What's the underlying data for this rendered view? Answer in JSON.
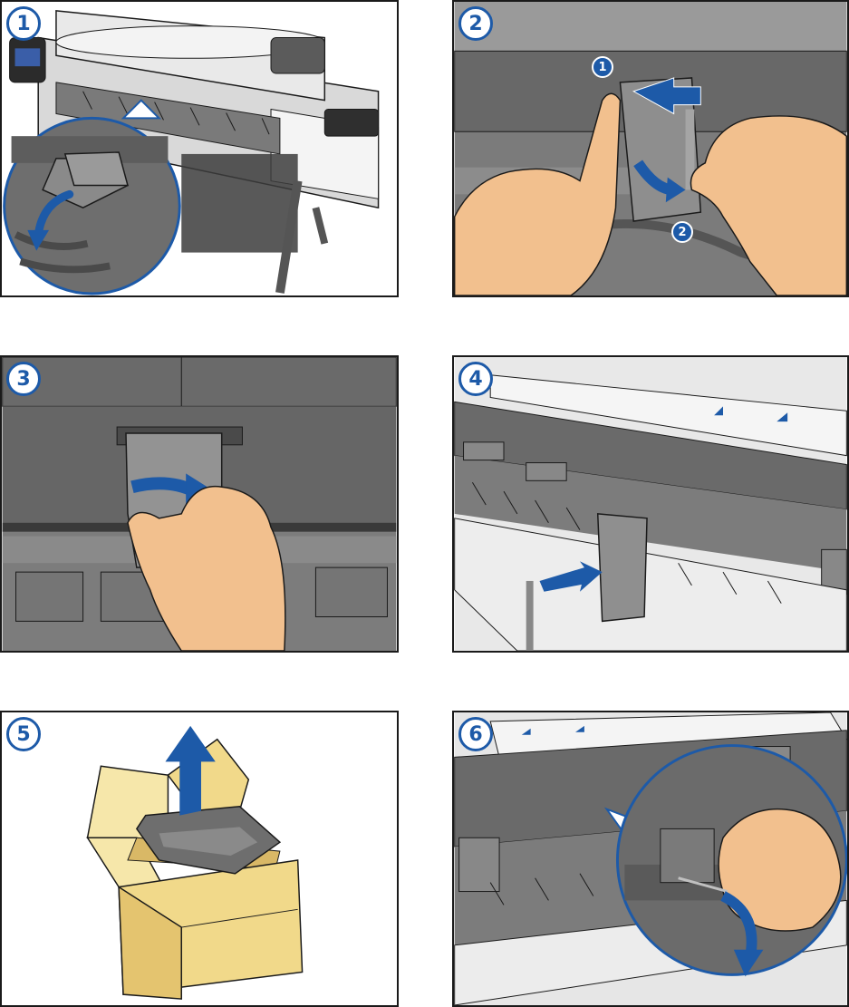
{
  "steps": [
    {
      "number": "1",
      "illustration_icon": "printer-maintenance-cartridge-door-icon"
    },
    {
      "number": "2",
      "illustration_icon": "hands-release-cartridge-icon",
      "substeps": [
        "1",
        "2"
      ]
    },
    {
      "number": "3",
      "illustration_icon": "hand-pull-cartridge-icon"
    },
    {
      "number": "4",
      "illustration_icon": "cartridge-removed-icon"
    },
    {
      "number": "5",
      "illustration_icon": "cartridge-box-icon"
    },
    {
      "number": "6",
      "illustration_icon": "hand-close-latch-icon"
    }
  ],
  "colors": {
    "accent_blue": "#1d5aa8",
    "printer_gray": "#6e6e6e",
    "skin": "#f2c08e",
    "box": "#f1d98a",
    "outline": "#1a1a1a"
  }
}
